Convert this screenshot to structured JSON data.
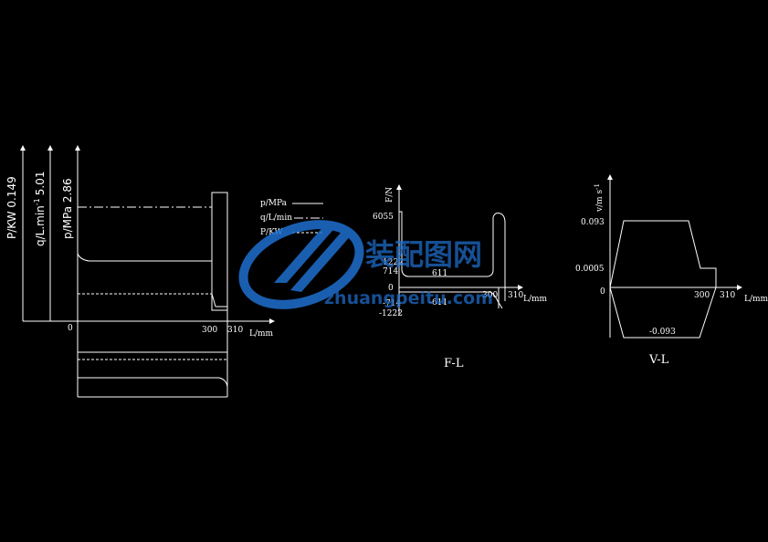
{
  "left_chart": {
    "axis_p_kw": "P/KW  0.149",
    "axis_q": "q/L.min",
    "axis_q_sup": "-1",
    "axis_q_val": "5.01",
    "axis_p_mpa": "p/MPa  2.86",
    "origin": "0",
    "x300": "300",
    "x310": "310",
    "xunit": "L/mm",
    "legend": [
      "p/MPa",
      "q/L/min",
      "P/KW"
    ]
  },
  "fl_chart": {
    "yunit": "F/N",
    "y_pos_peak": "6055",
    "y_pos_1222": "1222",
    "y_pos_714": "714",
    "y_zero": "0",
    "y_neg_714": "-714",
    "y_neg_1222": "-1222",
    "label_611": "611",
    "label_neg611": "-611",
    "x300": "300",
    "x310": "310",
    "xunit": "L/mm",
    "title": "F-L"
  },
  "vl_chart": {
    "yunit": "v/m s",
    "yunit_sup": "-1",
    "y_093": "0.093",
    "y_0005": "0.0005",
    "y_zero": "0",
    "y_neg": "-0.093",
    "x300": "300",
    "x310": "310",
    "xunit": "L/mm",
    "title": "V-L"
  },
  "watermark": {
    "brand": "装配图网",
    "site": "zhuangpeitu.com",
    "color": "#1f6fcf"
  }
}
